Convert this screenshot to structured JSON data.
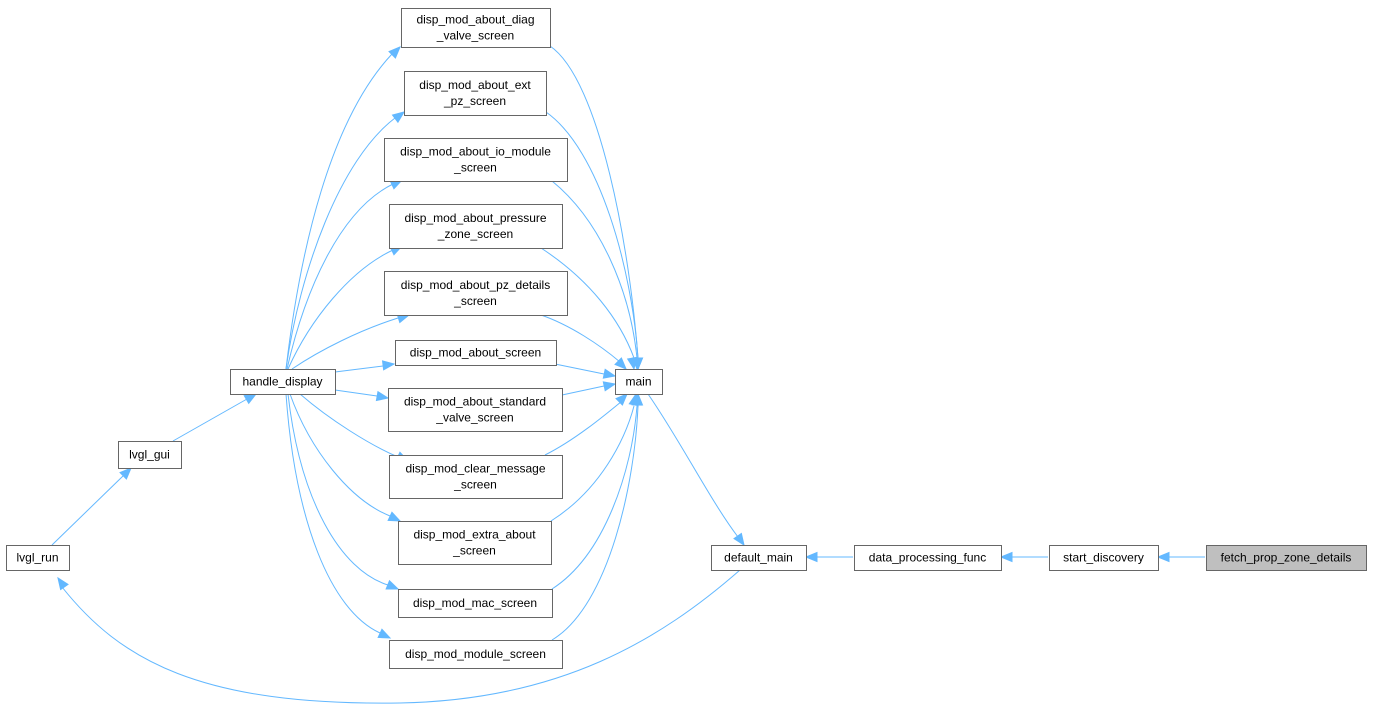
{
  "graph": {
    "edge_color": "#63b8ff",
    "node_border_color": "#666666",
    "highlight_fill": "#bfbfbf",
    "nodes": [
      {
        "id": "diag",
        "lines": [
          "disp_mod_about_diag",
          "_valve_screen"
        ]
      },
      {
        "id": "ext",
        "lines": [
          "disp_mod_about_ext",
          "_pz_screen"
        ]
      },
      {
        "id": "io",
        "lines": [
          "disp_mod_about_io_module",
          "_screen"
        ]
      },
      {
        "id": "pressure",
        "lines": [
          "disp_mod_about_pressure",
          "_zone_screen"
        ]
      },
      {
        "id": "pzdet",
        "lines": [
          "disp_mod_about_pz_details",
          "_screen"
        ]
      },
      {
        "id": "about",
        "lines": [
          "disp_mod_about_screen"
        ]
      },
      {
        "id": "std",
        "lines": [
          "disp_mod_about_standard",
          "_valve_screen"
        ]
      },
      {
        "id": "clear",
        "lines": [
          "disp_mod_clear_message",
          "_screen"
        ]
      },
      {
        "id": "extra",
        "lines": [
          "disp_mod_extra_about",
          "_screen"
        ]
      },
      {
        "id": "mac",
        "lines": [
          "disp_mod_mac_screen"
        ]
      },
      {
        "id": "module",
        "lines": [
          "disp_mod_module_screen"
        ]
      },
      {
        "id": "handle",
        "lines": [
          "handle_display"
        ]
      },
      {
        "id": "gui",
        "lines": [
          "lvgl_gui"
        ]
      },
      {
        "id": "run",
        "lines": [
          "lvgl_run"
        ]
      },
      {
        "id": "main",
        "lines": [
          "main"
        ]
      },
      {
        "id": "dmain",
        "lines": [
          "default_main"
        ]
      },
      {
        "id": "dpf",
        "lines": [
          "data_processing_func"
        ]
      },
      {
        "id": "sd",
        "lines": [
          "start_discovery"
        ]
      },
      {
        "id": "fetch",
        "lines": [
          "fetch_prop_zone_details"
        ],
        "highlight": true
      }
    ]
  }
}
